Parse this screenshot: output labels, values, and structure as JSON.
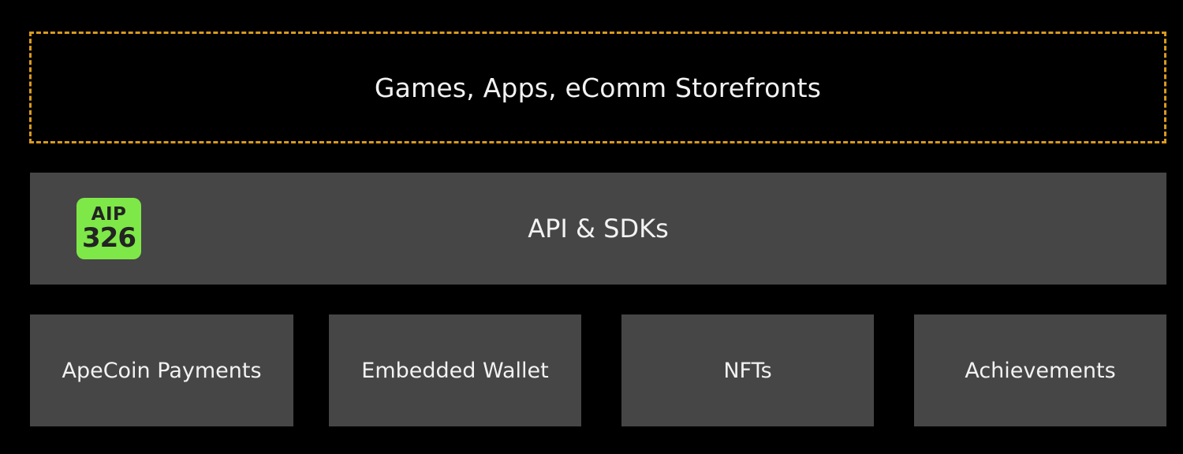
{
  "top_layer": {
    "label": "Games, Apps, eComm Storefronts",
    "border_color": "#d99a1f"
  },
  "api_layer": {
    "label": "API & SDKs",
    "fill_color": "#464646",
    "badge": {
      "line1": "AIP",
      "line2": "326",
      "color": "#7ee848"
    }
  },
  "modules": [
    {
      "label": "ApeCoin Payments"
    },
    {
      "label": "Embedded Wallet"
    },
    {
      "label": "NFTs"
    },
    {
      "label": "Achievements"
    }
  ],
  "background_color": "#000000"
}
